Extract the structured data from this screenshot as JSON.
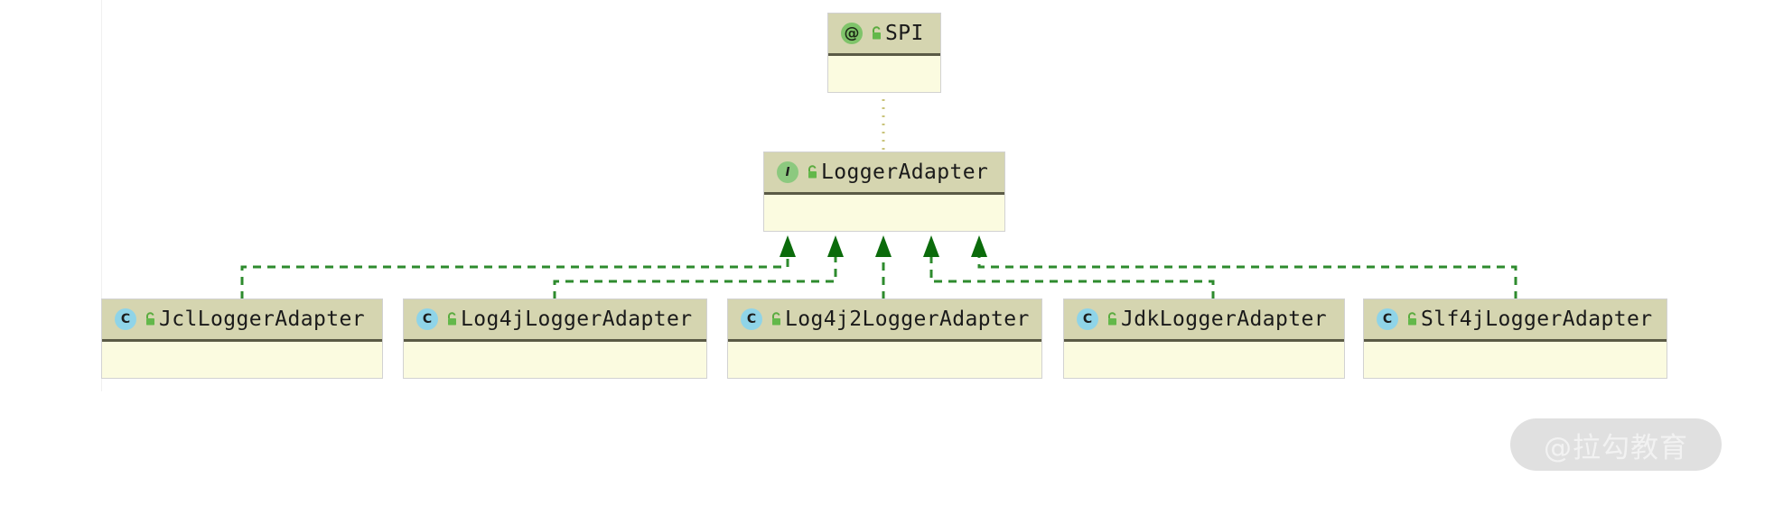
{
  "diagram": {
    "kind": "uml-class-diagram",
    "background_color": "#ffffff",
    "header_color": "#d5d5b0",
    "body_color": "#fbfbe0",
    "relation_color": "#2e8b2e",
    "dependency_color": "#c9c37a",
    "class_icon_color": "#8fd4e8",
    "interface_icon_color": "#8cc97f",
    "annotation_icon_color": "#7fc46a"
  },
  "nodes": {
    "spi": {
      "name": "SPI",
      "stereotype": "annotation",
      "kind_glyph": "@",
      "visibility": "public"
    },
    "logger_adapter": {
      "name": "LoggerAdapter",
      "stereotype": "interface",
      "kind_glyph": "I",
      "visibility": "public"
    },
    "implementations": [
      {
        "name": "JclLoggerAdapter",
        "stereotype": "class",
        "kind_glyph": "C",
        "visibility": "public"
      },
      {
        "name": "Log4jLoggerAdapter",
        "stereotype": "class",
        "kind_glyph": "C",
        "visibility": "public"
      },
      {
        "name": "Log4j2LoggerAdapter",
        "stereotype": "class",
        "kind_glyph": "C",
        "visibility": "public"
      },
      {
        "name": "JdkLoggerAdapter",
        "stereotype": "class",
        "kind_glyph": "C",
        "visibility": "public"
      },
      {
        "name": "Slf4jLoggerAdapter",
        "stereotype": "class",
        "kind_glyph": "C",
        "visibility": "public"
      }
    ]
  },
  "relations": [
    {
      "from": "SPI",
      "to": "LoggerAdapter",
      "type": "dependency",
      "style": "dotted"
    },
    {
      "from": "JclLoggerAdapter",
      "to": "LoggerAdapter",
      "type": "realization",
      "style": "dashed-with-hollow-arrow"
    },
    {
      "from": "Log4jLoggerAdapter",
      "to": "LoggerAdapter",
      "type": "realization",
      "style": "dashed-with-hollow-arrow"
    },
    {
      "from": "Log4j2LoggerAdapter",
      "to": "LoggerAdapter",
      "type": "realization",
      "style": "dashed-with-hollow-arrow"
    },
    {
      "from": "JdkLoggerAdapter",
      "to": "LoggerAdapter",
      "type": "realization",
      "style": "dashed-with-hollow-arrow"
    },
    {
      "from": "Slf4jLoggerAdapter",
      "to": "LoggerAdapter",
      "type": "realization",
      "style": "dashed-with-hollow-arrow"
    }
  ],
  "watermark": {
    "text": "@拉勾教育"
  }
}
